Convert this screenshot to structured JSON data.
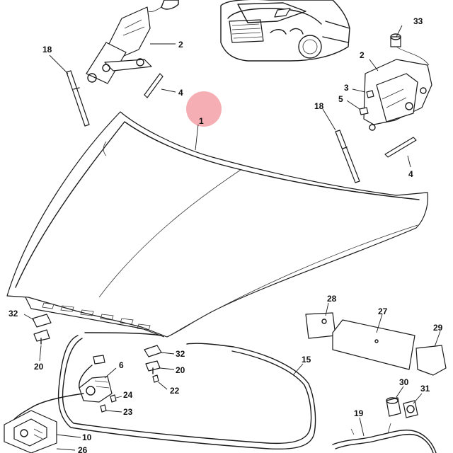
{
  "callouts": {
    "c1": "1",
    "c2a": "2",
    "c2b": "2",
    "c3": "3",
    "c4a": "4",
    "c4b": "4",
    "c5": "5",
    "c6": "6",
    "c10": "10",
    "c15": "15",
    "c18a": "18",
    "c18b": "18",
    "c19": "19",
    "c20a": "20",
    "c20b": "20",
    "c22": "22",
    "c23": "23",
    "c24": "24",
    "c26": "26",
    "c27": "27",
    "c28": "28",
    "c29": "29",
    "c30": "30",
    "c31": "31",
    "c32a": "32",
    "c32b": "32",
    "c33": "33"
  },
  "highlight_color": "#f4a6ac"
}
